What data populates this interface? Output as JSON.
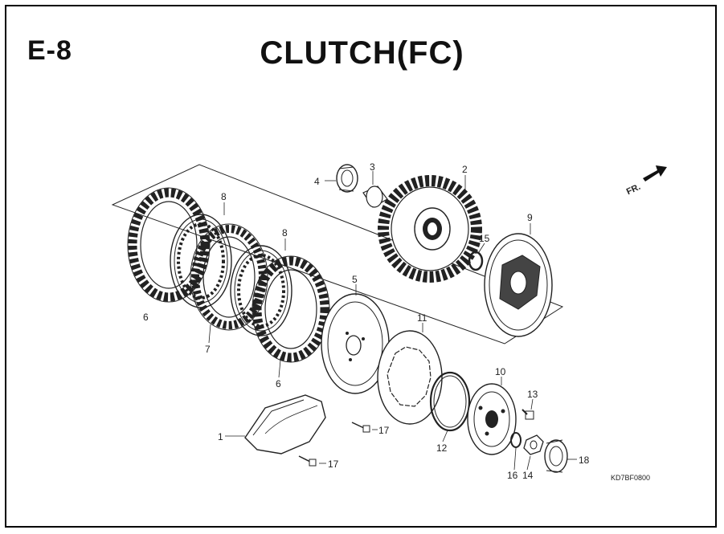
{
  "page": {
    "section_code": "E-8",
    "title": "CLUTCH(FC)",
    "reference_code": "KD7BF0800",
    "direction_label": "FR."
  },
  "callouts": [
    {
      "id": "c1",
      "label": "1"
    },
    {
      "id": "c2",
      "label": "2"
    },
    {
      "id": "c3",
      "label": "3"
    },
    {
      "id": "c4",
      "label": "4"
    },
    {
      "id": "c5",
      "label": "5"
    },
    {
      "id": "c6a",
      "label": "6"
    },
    {
      "id": "c6b",
      "label": "6"
    },
    {
      "id": "c7",
      "label": "7"
    },
    {
      "id": "c8a",
      "label": "8"
    },
    {
      "id": "c8b",
      "label": "8"
    },
    {
      "id": "c9",
      "label": "9"
    },
    {
      "id": "c10",
      "label": "10"
    },
    {
      "id": "c11",
      "label": "11"
    },
    {
      "id": "c12",
      "label": "12"
    },
    {
      "id": "c13",
      "label": "13"
    },
    {
      "id": "c14",
      "label": "14"
    },
    {
      "id": "c15",
      "label": "15"
    },
    {
      "id": "c16",
      "label": "16"
    },
    {
      "id": "c17a",
      "label": "17"
    },
    {
      "id": "c17b",
      "label": "17"
    },
    {
      "id": "c18",
      "label": "18"
    }
  ],
  "colors": {
    "line": "#222222",
    "paper": "#ffffff"
  }
}
